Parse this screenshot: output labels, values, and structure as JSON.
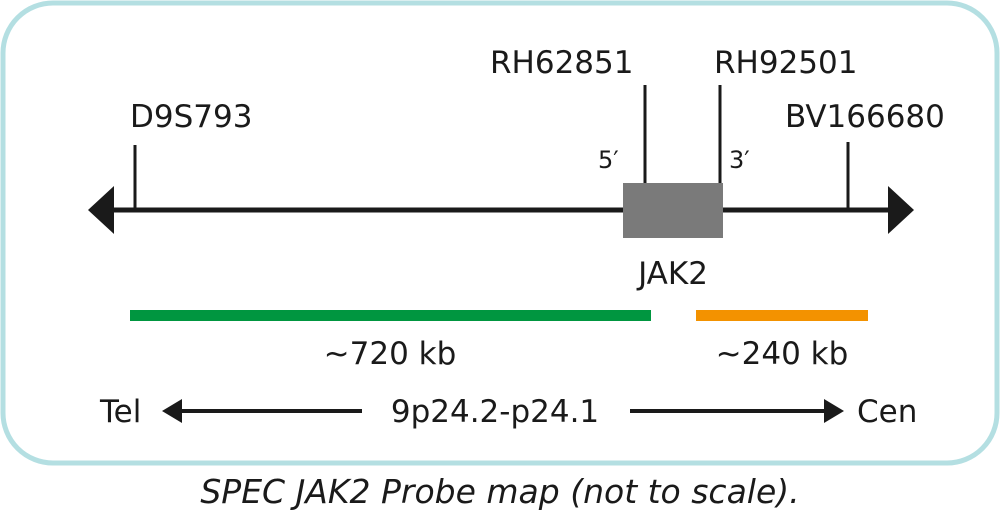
{
  "markers": {
    "d9s793": "D9S793",
    "rh62851": "RH62851",
    "rh92501": "RH92501",
    "bv166680": "BV166680",
    "five_prime": "5′",
    "three_prime": "3′"
  },
  "gene": "JAK2",
  "probes": [
    {
      "label": "~720 kb",
      "color": "#009640"
    },
    {
      "label": "~240 kb",
      "color": "#f39200"
    }
  ],
  "orientation": {
    "left": "Tel",
    "band": "9p24.2-p24.1",
    "right": "Cen"
  },
  "caption": "SPEC JAK2 Probe map (not to scale).",
  "colors": {
    "border": "#b4dfe2",
    "gene_box": "#7a7a7a",
    "line": "#1a1a1a"
  }
}
